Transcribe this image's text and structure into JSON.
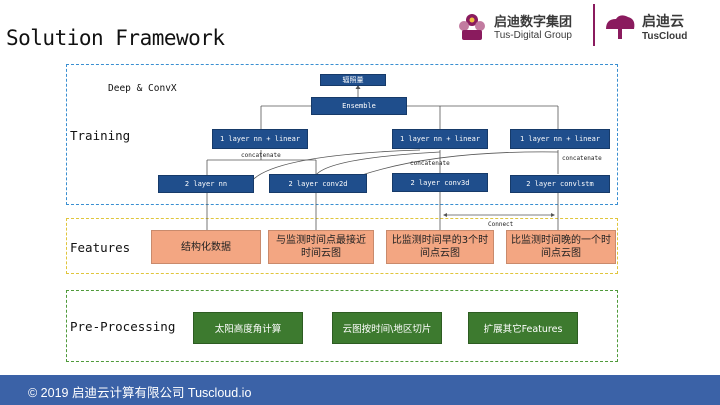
{
  "title": "Solution Framework",
  "logos": {
    "tus_digital": {
      "name": "启迪数字集团",
      "sub": "Tus-Digital Group"
    },
    "tuscloud": {
      "name": "启迪云",
      "sub": "TusCloud"
    }
  },
  "sections": {
    "training": "Training",
    "features": "Features",
    "preprocessing": "Pre-Processing"
  },
  "model_name": "Deep & ConvX",
  "nodes": {
    "output": "辐照量",
    "ensemble": "Ensemble",
    "head1": "1 layer nn + linear",
    "head2": "1 layer nn + linear",
    "head3": "1 layer nn + linear",
    "nn2": "2 layer nn",
    "conv2d": "2 layer conv2d",
    "conv3d": "2 layer conv3d",
    "convlstm": "2 layer convlstm"
  },
  "edge_labels": {
    "concat1": "concatenate",
    "concat2": "concatenate",
    "concat3": "concatenate",
    "connect": "Connect"
  },
  "features": {
    "f1": "结构化数据",
    "f2": "与监测时间点最接近时间云图",
    "f3": "比监测时间早的3个时间点云图",
    "f4": "比监测时间晚的一个时间点云图"
  },
  "preprocessing": {
    "p1": "太阳高度角计算",
    "p2": "云图按时间\\地区切片",
    "p3": "扩展其它Features"
  },
  "footer": "© 2019 启迪云计算有限公司 Tuscloud.io",
  "colors": {
    "network_box": "#1f4e8c",
    "feature_box": "#f3a682",
    "preprocess_box": "#3d7a2f",
    "training_border": "#3a8fd1",
    "features_border": "#e0c53c",
    "preprocess_border": "#4f9a3a",
    "footer_bar": "#3b62a7",
    "brand": "#8a1b5e"
  }
}
